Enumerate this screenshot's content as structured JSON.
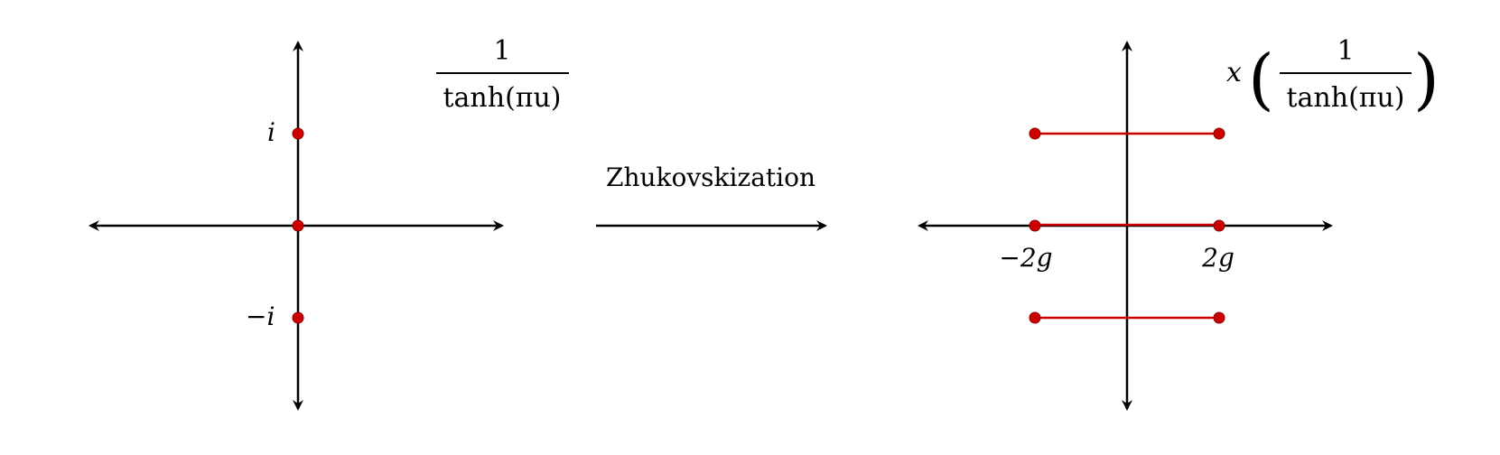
{
  "left_panel": {
    "function_label": {
      "numerator": "1",
      "denominator": "tanh(πu)"
    },
    "point_labels": {
      "top": "i",
      "bottom": "−i"
    }
  },
  "map": {
    "label": "Zhukovskization"
  },
  "right_panel": {
    "function_label": {
      "prefix": "x",
      "open_paren": "(",
      "numerator": "1",
      "denominator": "tanh(πu)",
      "close_paren": ")"
    },
    "cut_labels": {
      "left": "−2g",
      "right": "2g"
    }
  },
  "colors": {
    "axis": "#000000",
    "points": "#cc0000",
    "cuts": "#cc0000"
  }
}
